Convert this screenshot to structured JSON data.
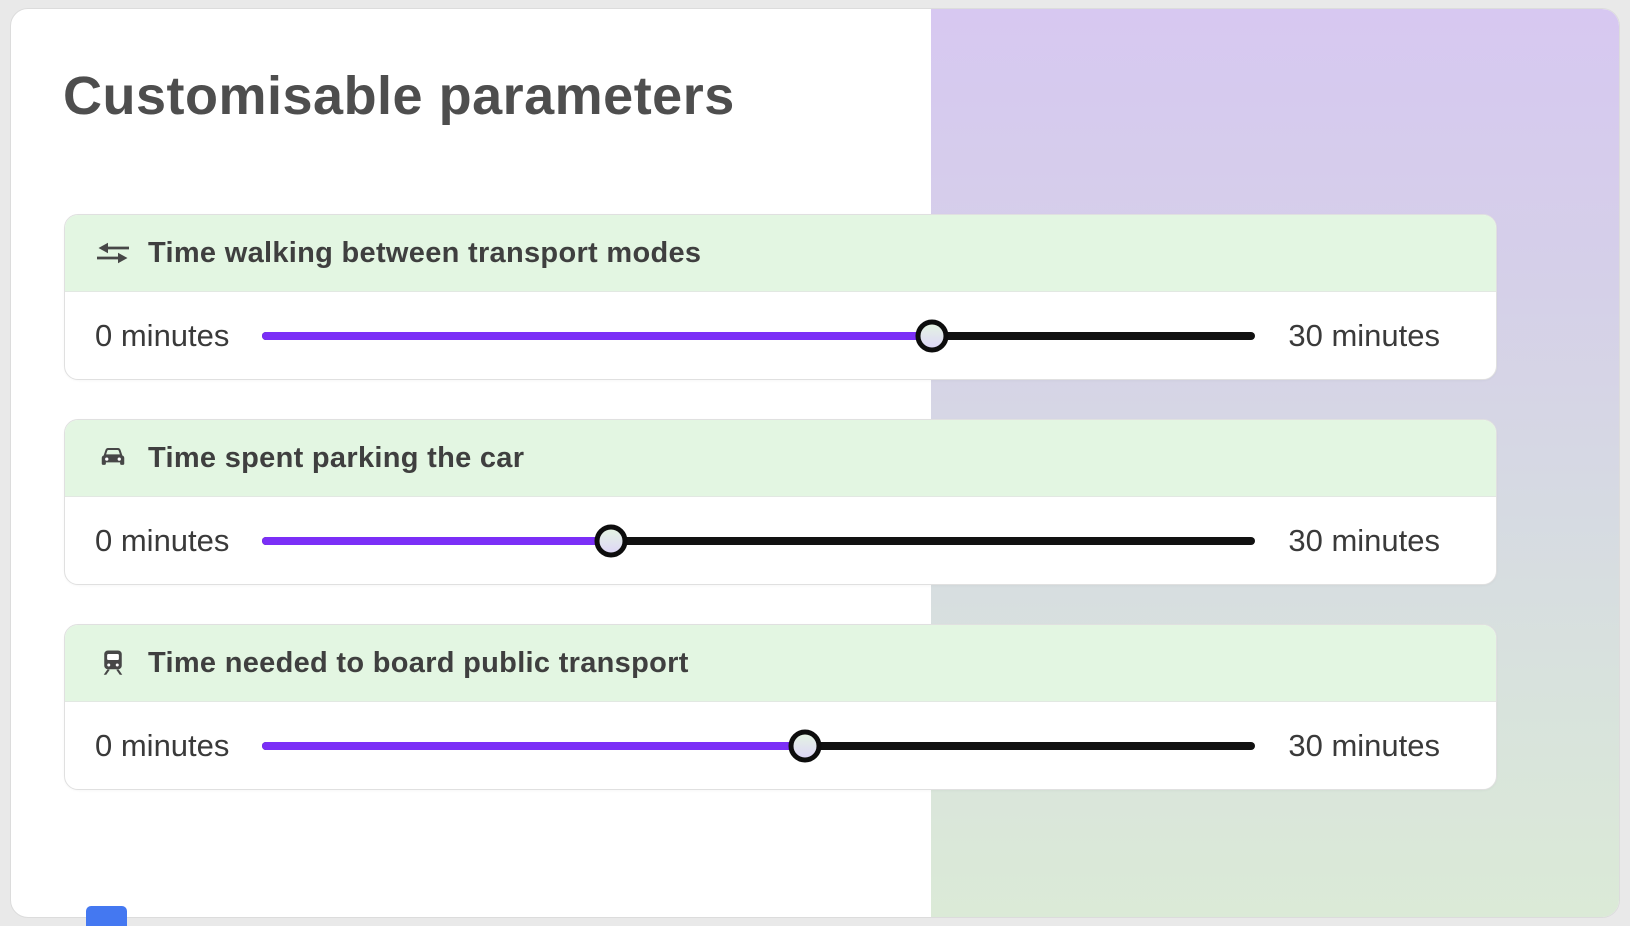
{
  "page": {
    "title": "Customisable parameters"
  },
  "sliders": [
    {
      "label": "Time walking between transport modes",
      "icon": "swap-arrows-icon",
      "min_label": "0 minutes",
      "max_label": "30 minutes",
      "value_percent": 67.4,
      "range_min_minutes": 0,
      "range_max_minutes": 30
    },
    {
      "label": "Time spent parking the car",
      "icon": "car-icon",
      "min_label": "0 minutes",
      "max_label": "30 minutes",
      "value_percent": 35.1,
      "range_min_minutes": 0,
      "range_max_minutes": 30
    },
    {
      "label": "Time needed to board public transport",
      "icon": "train-icon",
      "min_label": "0 minutes",
      "max_label": "30 minutes",
      "value_percent": 54.6,
      "range_min_minutes": 0,
      "range_max_minutes": 30
    }
  ],
  "colors": {
    "slider_fill_purple": "#7b2ff7",
    "slider_track_black": "#111111",
    "card_header_green": "#e3f6e2",
    "gradient_top_lavender": "#d7c8f1",
    "gradient_bottom_green": "#dbead7",
    "title_text": "#4e4e4e",
    "bottom_blue_element": "#4478f1"
  }
}
